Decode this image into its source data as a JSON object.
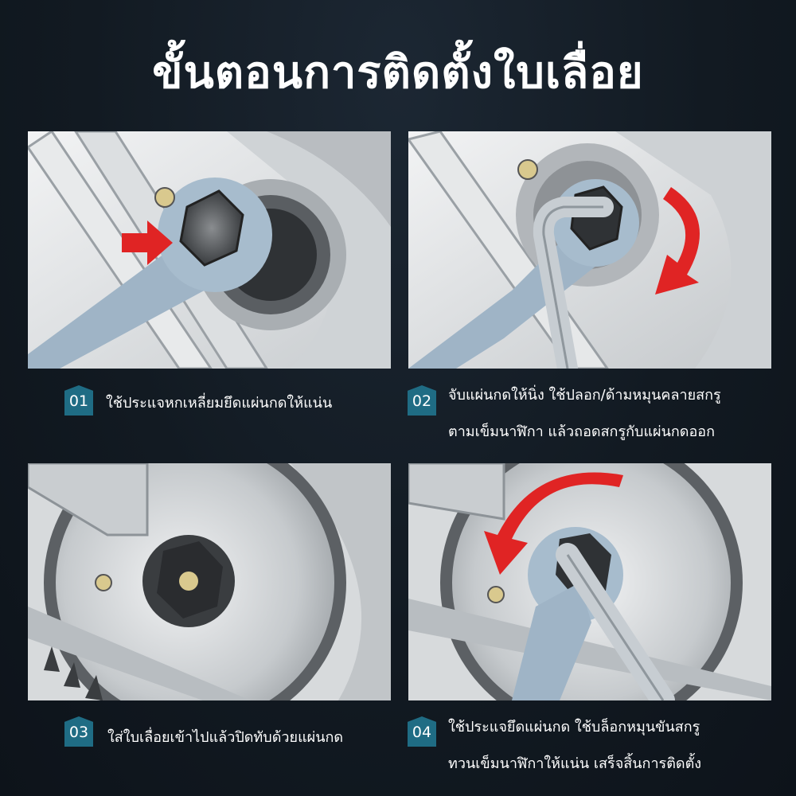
{
  "title": "ขั้นตอนการติดตั้งใบเลื่อย",
  "steps": [
    {
      "number": "01",
      "lines": [
        "ใช้ประแจหกเหลี่ยมยึดแผ่นกดให้แน่น"
      ]
    },
    {
      "number": "02",
      "lines": [
        "จับแผ่นกดให้นิ่ง ใช้ปลอก/ด้ามหมุนคลายสกรู",
        "ตามเข็มนาฬิกา แล้วถอดสกรูกับแผ่นกดออก"
      ]
    },
    {
      "number": "03",
      "lines": [
        "ใส่ใบเลื่อยเข้าไปแล้วปิดทับด้วยแผ่นกด"
      ]
    },
    {
      "number": "04",
      "lines": [
        "ใช้ประแจยึดแผ่นกด ใช้บล็อกหมุนขันสกรู",
        "ทวนเข็มนาฬิกาให้แน่น เสร็จสิ้นการติดตั้ง"
      ]
    }
  ],
  "colors": {
    "background": "#121a22",
    "badge": "#1f6c84",
    "arrow": "#e02424",
    "text": "#ffffff"
  },
  "icons": [
    "red-arrow-icon",
    "clockwise-arrow-icon",
    "counterclockwise-arrow-icon"
  ]
}
